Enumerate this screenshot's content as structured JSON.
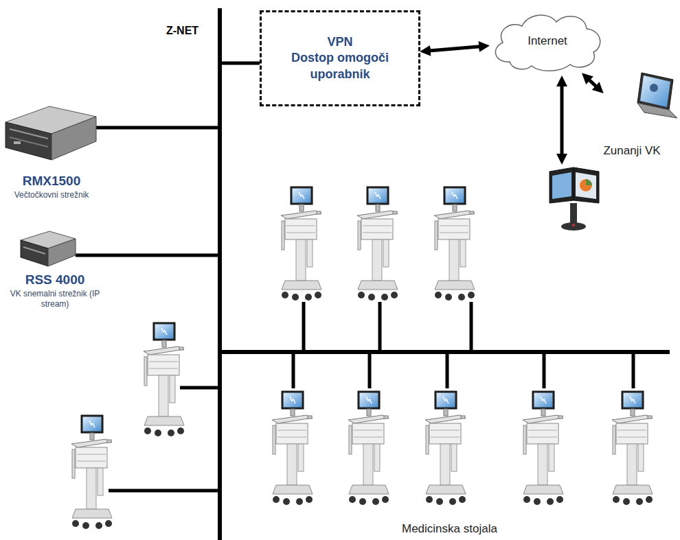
{
  "diagram": {
    "nodes": [
      {
        "text": [
          "VPN",
          "Dostop omogoči uporabnik"
        ]
      },
      {
        "text": [
          "Internet"
        ]
      },
      {
        "text": [
          "RMX1500",
          "Večtočkovni strežnik"
        ]
      },
      {
        "text": [
          "RSS 4000",
          "VK snemalni strežnik (IP stream)"
        ]
      },
      {
        "text": [
          "Zunanji VK"
        ]
      }
    ],
    "edges": [
      {
        "from": 0,
        "to": 1,
        "arrow": "both"
      },
      {
        "from": 1,
        "to": 4,
        "arrow": "both"
      }
    ],
    "labels": [
      "Z-NET",
      "Medicinska stojala"
    ]
  }
}
